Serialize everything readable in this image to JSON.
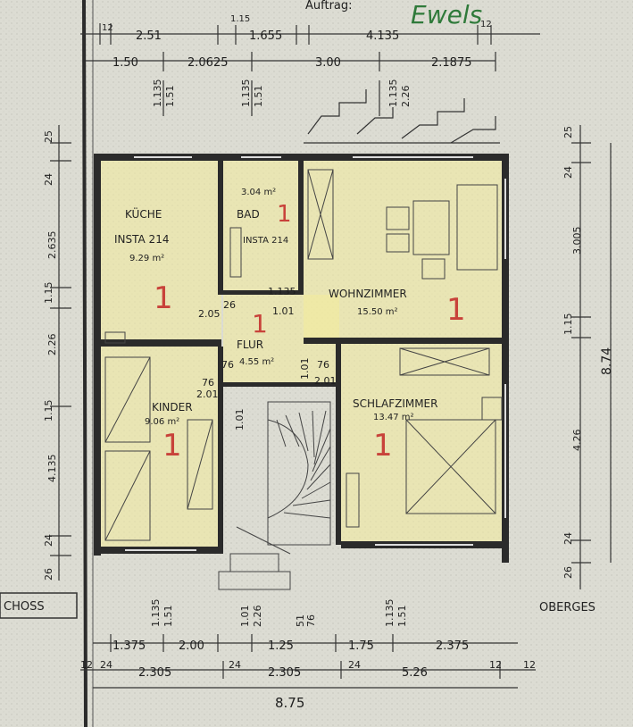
{
  "header": {
    "order_label": "Auftrag:",
    "handwritten_name": "Ewels"
  },
  "rooms": {
    "kitchen": {
      "name": "KÜCHE",
      "note": "INSTA 214",
      "area": "9.29 m²",
      "mark": "1"
    },
    "bath": {
      "area": "3.04 m²",
      "name": "BAD",
      "note": "INSTA 214",
      "mark": "1"
    },
    "living": {
      "name": "WOHNZIMMER",
      "area": "15.50 m²",
      "mark": "1"
    },
    "hall": {
      "name": "FLUR",
      "area": "4.55 m²",
      "mark": "1"
    },
    "child": {
      "name": "KINDER",
      "area": "9.06 m²",
      "mark": "1"
    },
    "bedroom": {
      "name": "SCHLAFZIMMER",
      "area": "13.47 m²",
      "mark": "1"
    }
  },
  "floor_labels": {
    "left": "CHOSS",
    "right": "OBERGES"
  },
  "dimensions": {
    "top_row1": [
      "12",
      "2.51",
      "1.15",
      "1.655",
      "4.135",
      "12"
    ],
    "top_row2": [
      "1.50",
      "2.0625",
      "3.00",
      "2.1875"
    ],
    "top_vertical": [
      "1.135",
      "1.51",
      "1.135",
      "1.51",
      "1.135",
      "2.26"
    ],
    "left": [
      "25",
      "24",
      "2.635",
      "1.15",
      "2.26",
      "1.15",
      "4.135",
      "24",
      "26"
    ],
    "right": [
      "25",
      "24",
      "3.005",
      "1.15",
      "8.74",
      "4.26",
      "24",
      "26"
    ],
    "bottom_vertical": [
      "1.135",
      "1.51",
      "1.01",
      "2.26",
      "51",
      "76",
      "1.135",
      "1.51"
    ],
    "bottom_row1": [
      "1.375",
      "2.00",
      "1.25",
      "1.75",
      "2.375"
    ],
    "bottom_row2": [
      "12",
      "24",
      "2.305",
      "24",
      "2.305",
      "24",
      "5.26",
      "12",
      "12"
    ],
    "total_width": "8.75",
    "interior": [
      "2.05",
      "1.135",
      "1.01",
      "76",
      "1.01",
      "76",
      "2.01",
      "1.01",
      "76",
      "2.01",
      "26"
    ]
  }
}
